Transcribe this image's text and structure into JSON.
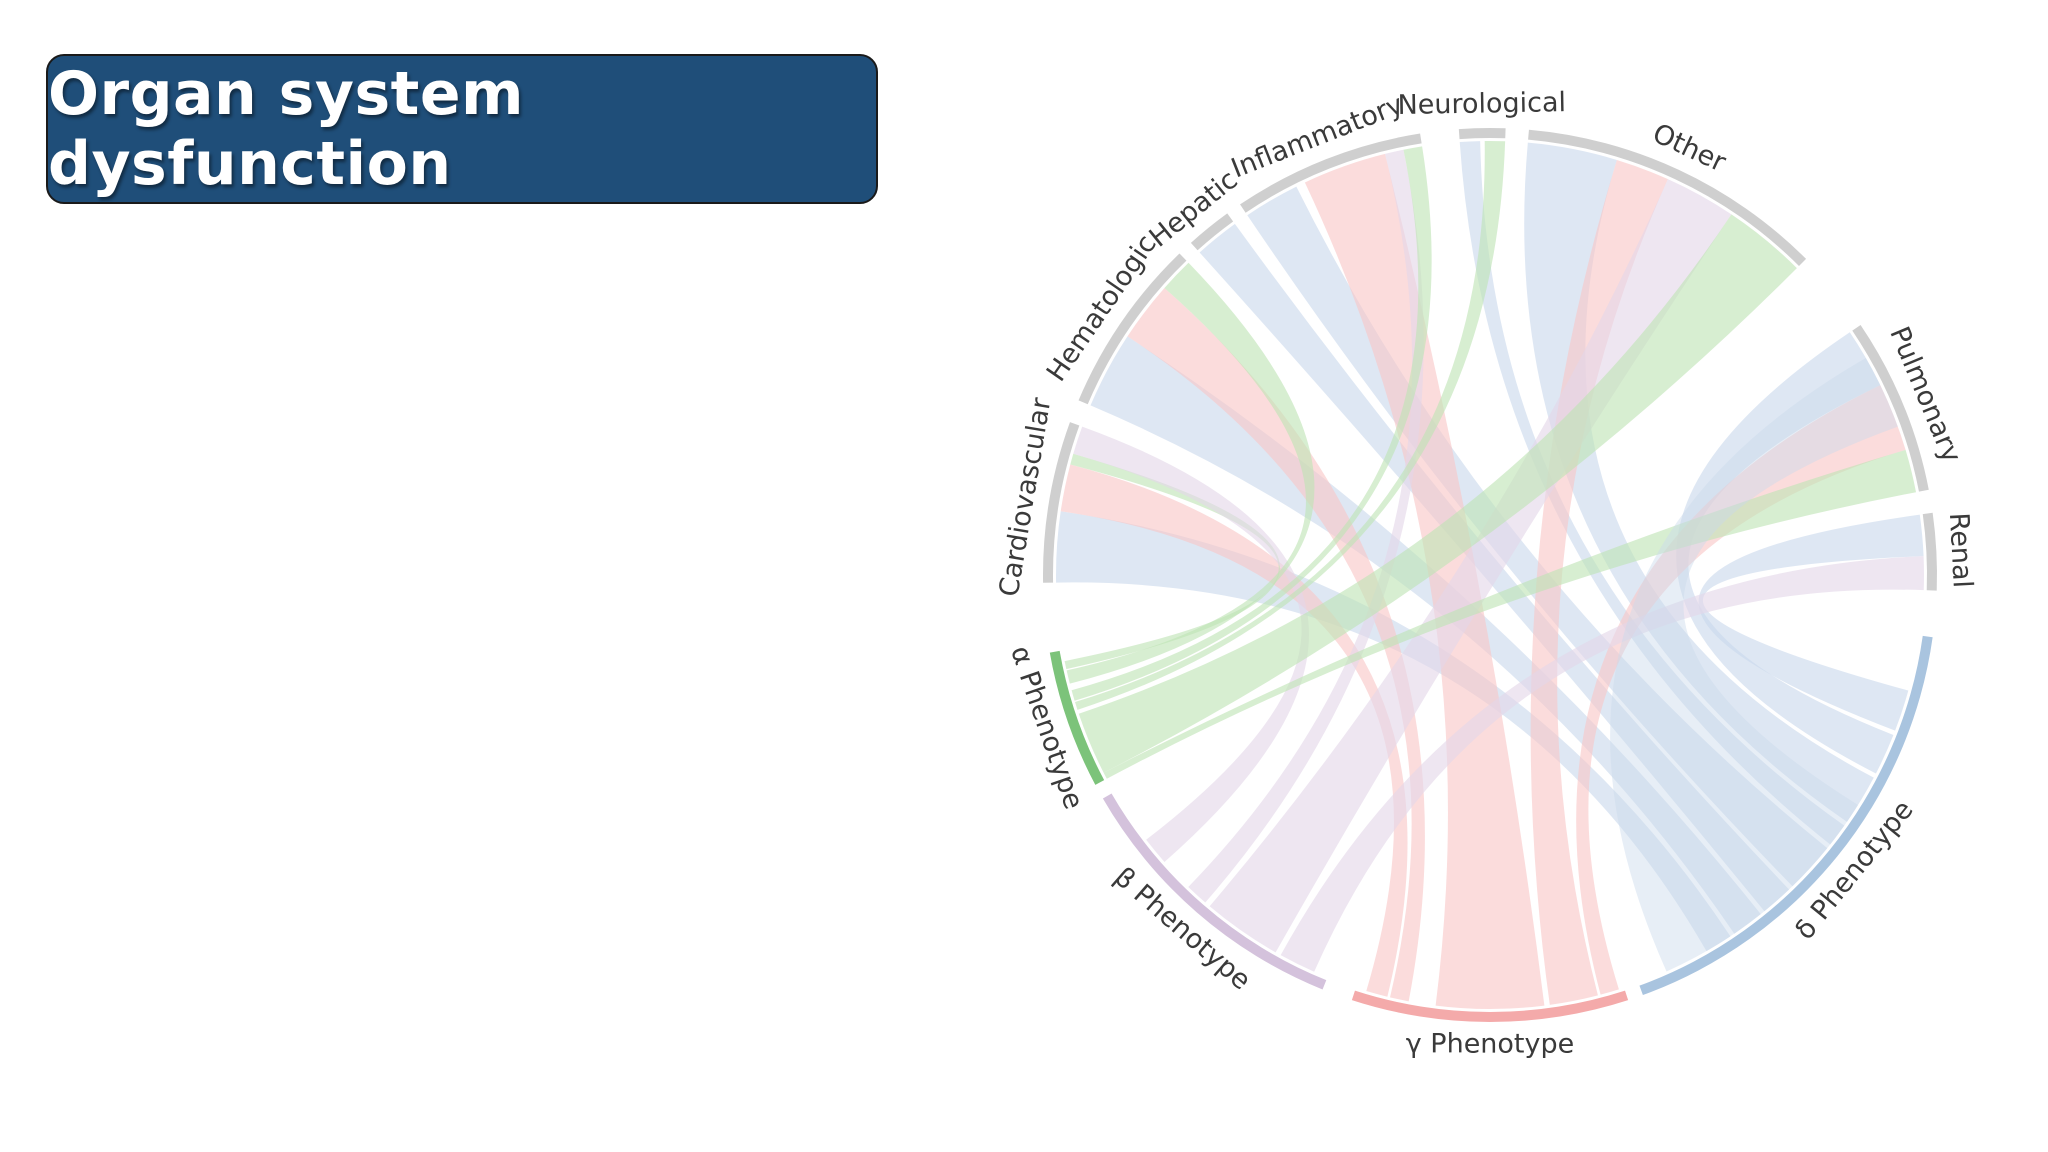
{
  "slide": {
    "title": "Organ system dysfunction"
  },
  "chord_diagram": {
    "organ_systems": [
      {
        "id": "cardiovascular",
        "label": "Cardiovascular"
      },
      {
        "id": "hematologic",
        "label": "Hematologic"
      },
      {
        "id": "hepatic",
        "label": "Hepatic"
      },
      {
        "id": "inflammatory",
        "label": "Inflammatory"
      },
      {
        "id": "neurological",
        "label": "Neurological"
      },
      {
        "id": "other",
        "label": "Other"
      },
      {
        "id": "pulmonary",
        "label": "Pulmonary"
      },
      {
        "id": "renal",
        "label": "Renal"
      }
    ],
    "phenotypes": [
      {
        "id": "delta",
        "label": "δ Phenotype",
        "color": "#a9c4df",
        "ribbon_color": "#c9d9ec"
      },
      {
        "id": "gamma",
        "label": "γ Phenotype",
        "color": "#f4aaaa",
        "ribbon_color": "#f8c6c6"
      },
      {
        "id": "beta",
        "label": "β Phenotype",
        "color": "#d4c2dc",
        "ribbon_color": "#e4d6e8"
      },
      {
        "id": "alpha",
        "label": "α Phenotype",
        "color": "#7cc37a",
        "ribbon_color": "#bfe3b4"
      }
    ],
    "organ_arc_color": "#cfcfcf"
  }
}
